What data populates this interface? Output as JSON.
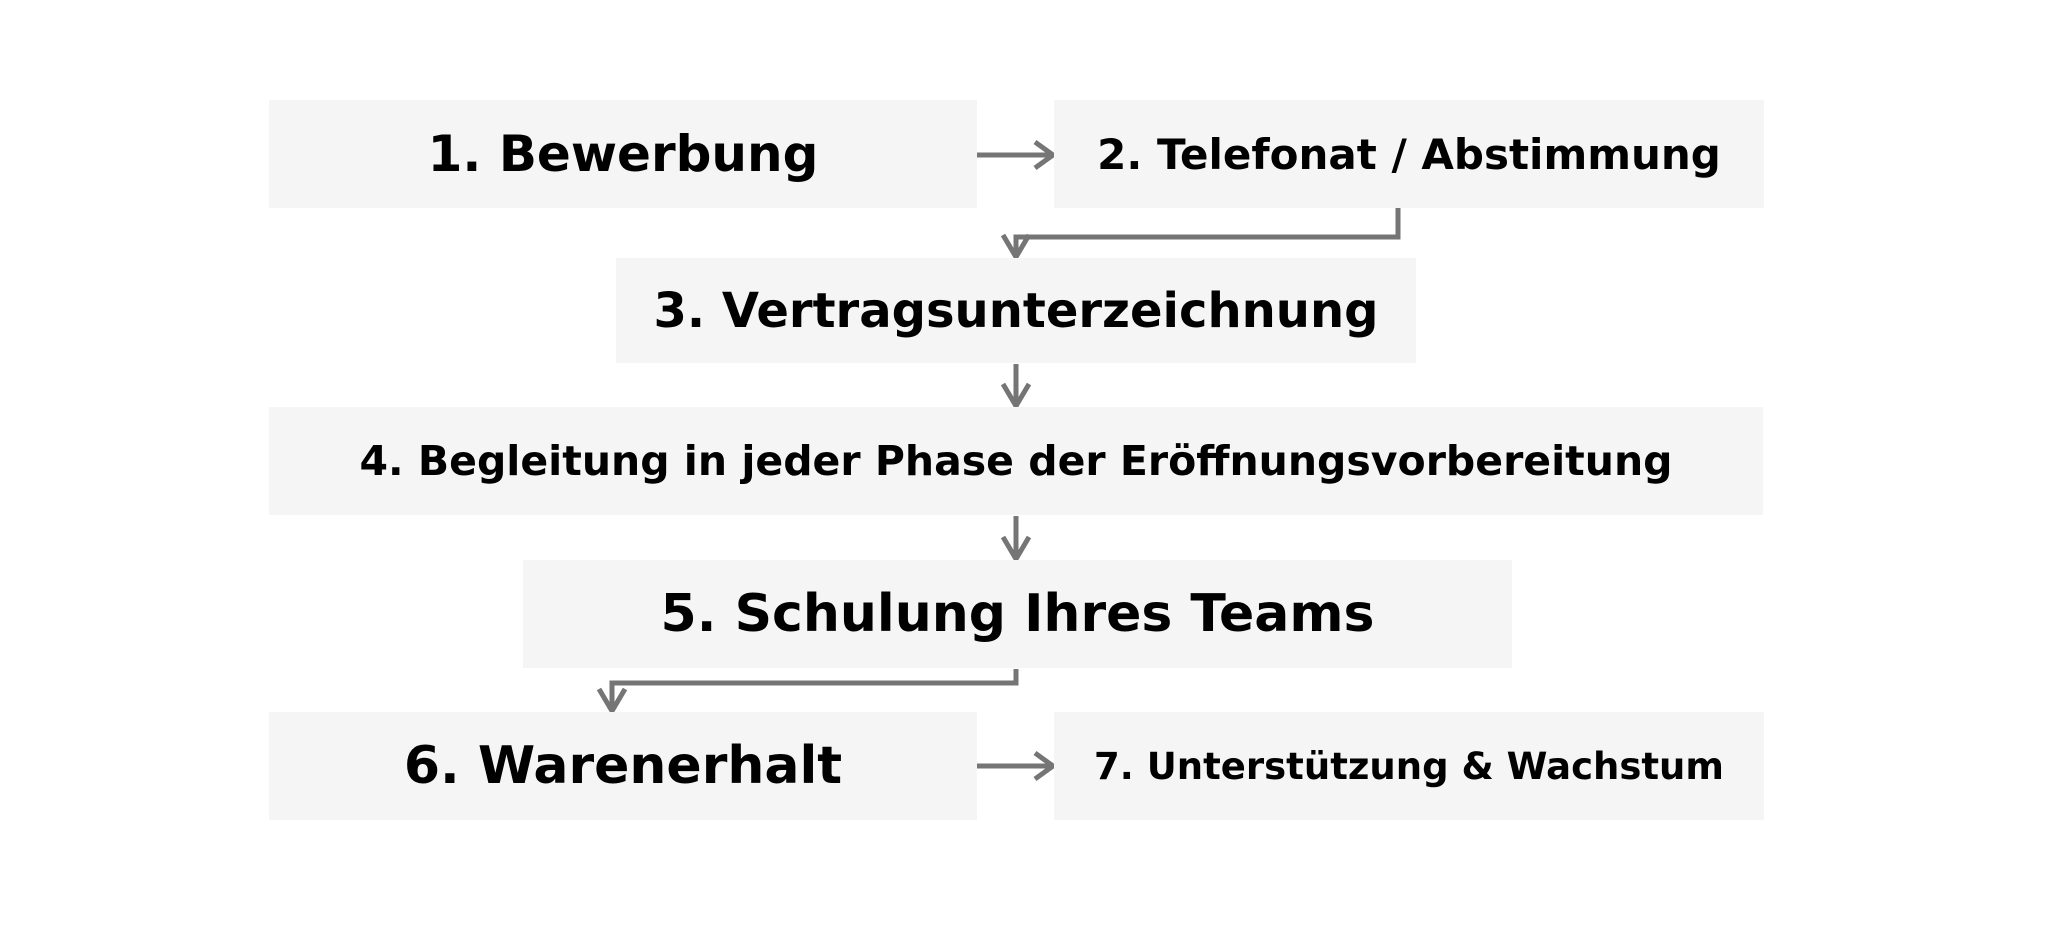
{
  "steps": [
    {
      "id": "step-1",
      "label": "1. Bewerbung"
    },
    {
      "id": "step-2",
      "label": "2. Telefonat / Abstimmung"
    },
    {
      "id": "step-3",
      "label": "3. Vertragsunterzeichnung"
    },
    {
      "id": "step-4",
      "label": "4. Begleitung in jeder Phase der Eröffnungsvorbereitung"
    },
    {
      "id": "step-5",
      "label": "5. Schulung Ihres Teams"
    },
    {
      "id": "step-6",
      "label": "6. Warenerhalt"
    },
    {
      "id": "step-7",
      "label": "7. Unterstützung & Wachstum"
    }
  ],
  "colors": {
    "box_fill": "#f5f5f5",
    "arrow": "#757575",
    "text": "#000000",
    "background": "#ffffff"
  }
}
